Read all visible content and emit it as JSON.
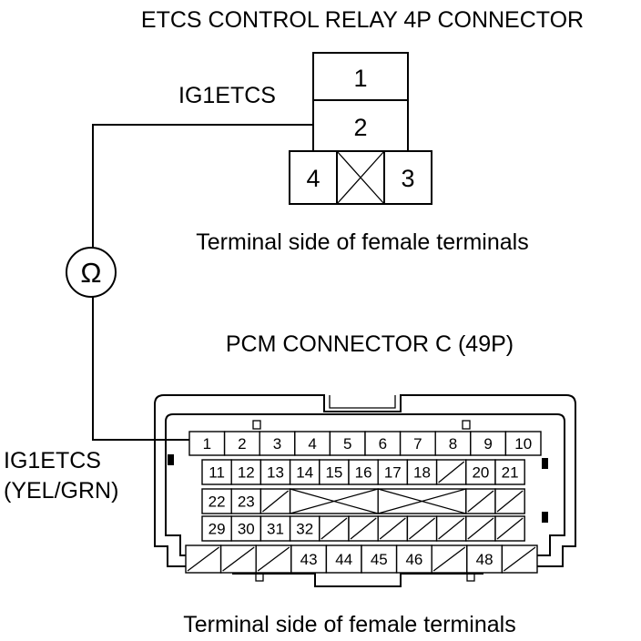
{
  "relay_connector": {
    "title": "ETCS CONTROL RELAY 4P CONNECTOR",
    "terminals": [
      "1",
      "2",
      "4",
      "3"
    ],
    "wire_label": "IG1ETCS",
    "caption": "Terminal side of female terminals"
  },
  "meter": {
    "symbol": "Ω",
    "icon": "ohmmeter-icon"
  },
  "pcm_connector": {
    "title": "PCM CONNECTOR C (49P)",
    "wire_label_line1": "IG1ETCS",
    "wire_label_line2": "(YEL/GRN)",
    "caption": "Terminal side of female terminals",
    "rows": [
      [
        "1",
        "2",
        "3",
        "4",
        "5",
        "6",
        "7",
        "8",
        "9",
        "10"
      ],
      [
        "11",
        "12",
        "13",
        "14",
        "15",
        "16",
        "17",
        "18",
        "",
        "20",
        "21"
      ],
      [
        "22",
        "23"
      ],
      [
        "29",
        "30",
        "31",
        "32"
      ],
      [
        "",
        "",
        "",
        "43",
        "44",
        "45",
        "46",
        "",
        "48",
        ""
      ]
    ]
  }
}
